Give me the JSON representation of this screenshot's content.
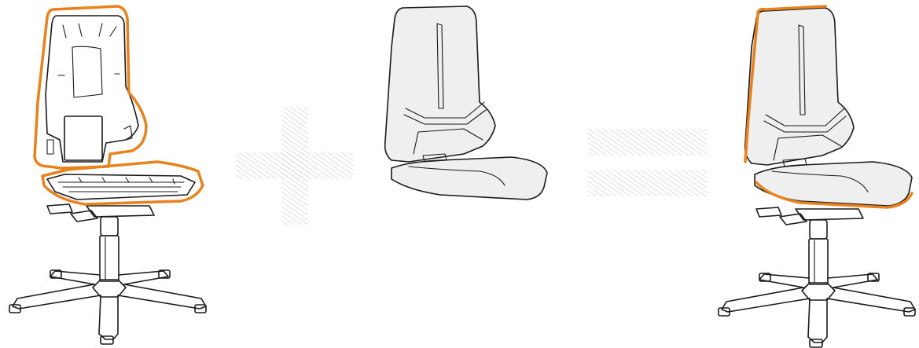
{
  "diagram": {
    "type": "product-assembly",
    "operators": [
      "plus",
      "equals"
    ],
    "parts": [
      {
        "item": "chair-frame",
        "highlight": "orange-outline"
      },
      {
        "item": "upholstery-pad"
      },
      {
        "item": "assembled-chair",
        "highlight": "orange-edge"
      }
    ]
  },
  "colors": {
    "line": "#1a1a1a",
    "accent": "#e8821e",
    "pad_fill": "#efefef",
    "hatch": "#c8c8c8",
    "background": "#ffffff"
  }
}
